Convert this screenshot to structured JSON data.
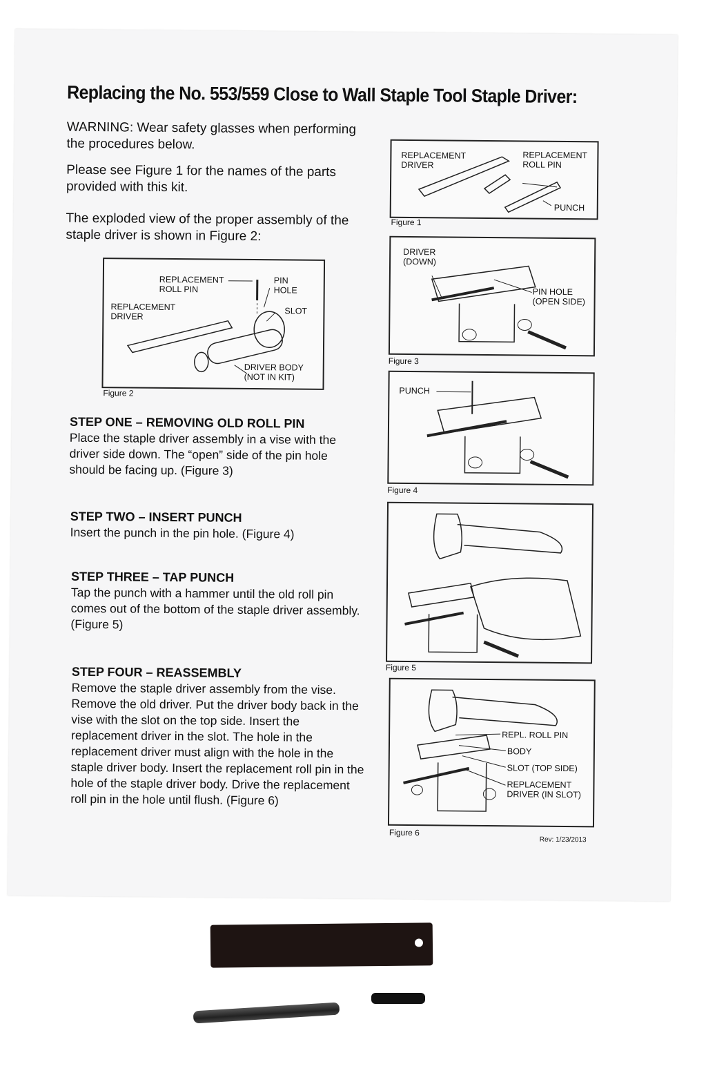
{
  "title": "Replacing the No. 553/559 Close to Wall Staple Tool Staple Driver:",
  "intro": {
    "warning": "WARNING:  Wear safety glasses when performing the procedures below.",
    "see_fig": "Please see Figure 1 for the names of the parts provided with this kit.",
    "exploded": "The exploded view of the proper assembly of the staple driver is shown in Figure 2:"
  },
  "figure1": {
    "caption": "Figure 1",
    "labels": {
      "driver": "REPLACEMENT DRIVER",
      "pin": "REPLACEMENT ROLL PIN",
      "punch": "PUNCH"
    }
  },
  "figure2": {
    "caption": "Figure 2",
    "labels": {
      "pin": "REPLACEMENT ROLL PIN",
      "hole": "PIN HOLE",
      "driver": "REPLACEMENT DRIVER",
      "slot": "SLOT",
      "body": "DRIVER BODY (NOT IN KIT)"
    }
  },
  "figure3": {
    "caption": "Figure 3",
    "labels": {
      "driver": "DRIVER (DOWN)",
      "hole": "PIN HOLE (OPEN SIDE)"
    }
  },
  "figure4": {
    "caption": "Figure 4",
    "labels": {
      "punch": "PUNCH"
    }
  },
  "figure5": {
    "caption": "Figure 5"
  },
  "figure6": {
    "caption": "Figure 6",
    "labels": {
      "pin": "REPL. ROLL PIN",
      "body": "BODY",
      "slot": "SLOT (TOP SIDE)",
      "driver": "REPLACEMENT DRIVER (IN SLOT)"
    }
  },
  "steps": [
    {
      "heading": "STEP ONE – REMOVING OLD ROLL PIN",
      "body": "Place the staple driver assembly in a vise with the driver side down.  The “open” side of the pin hole should be facing up.  (Figure 3)"
    },
    {
      "heading": "STEP TWO – INSERT PUNCH",
      "body": "Insert the punch in the pin hole.  (Figure 4)"
    },
    {
      "heading": "STEP THREE – TAP PUNCH",
      "body": "Tap the punch with a hammer until the old roll pin comes out of the bottom of the staple driver assembly.  (Figure 5)"
    },
    {
      "heading": "STEP FOUR – REASSEMBLY",
      "body": "Remove the staple driver assembly from the vise.  Remove the old driver.  Put the driver body back in the vise with the slot on the top side.  Insert the replacement driver in the slot. The hole in the replacement driver must align with the hole in the staple driver body.  Insert the replacement roll pin in the hole of the staple driver body.  Drive the replacement roll pin in the hole until flush.  (Figure 6)"
    }
  ],
  "revision": "Rev: 1/23/2013"
}
